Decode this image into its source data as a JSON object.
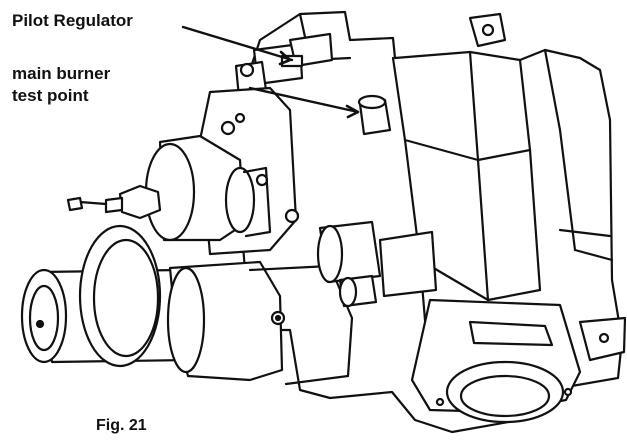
{
  "labels": {
    "pilot_regulator": "Pilot Regulator",
    "main_burner_line1": "main burner",
    "main_burner_line2": "test point",
    "figure_caption": "Fig. 21"
  },
  "colors": {
    "ink": "#111111",
    "paper": "#ffffff"
  }
}
